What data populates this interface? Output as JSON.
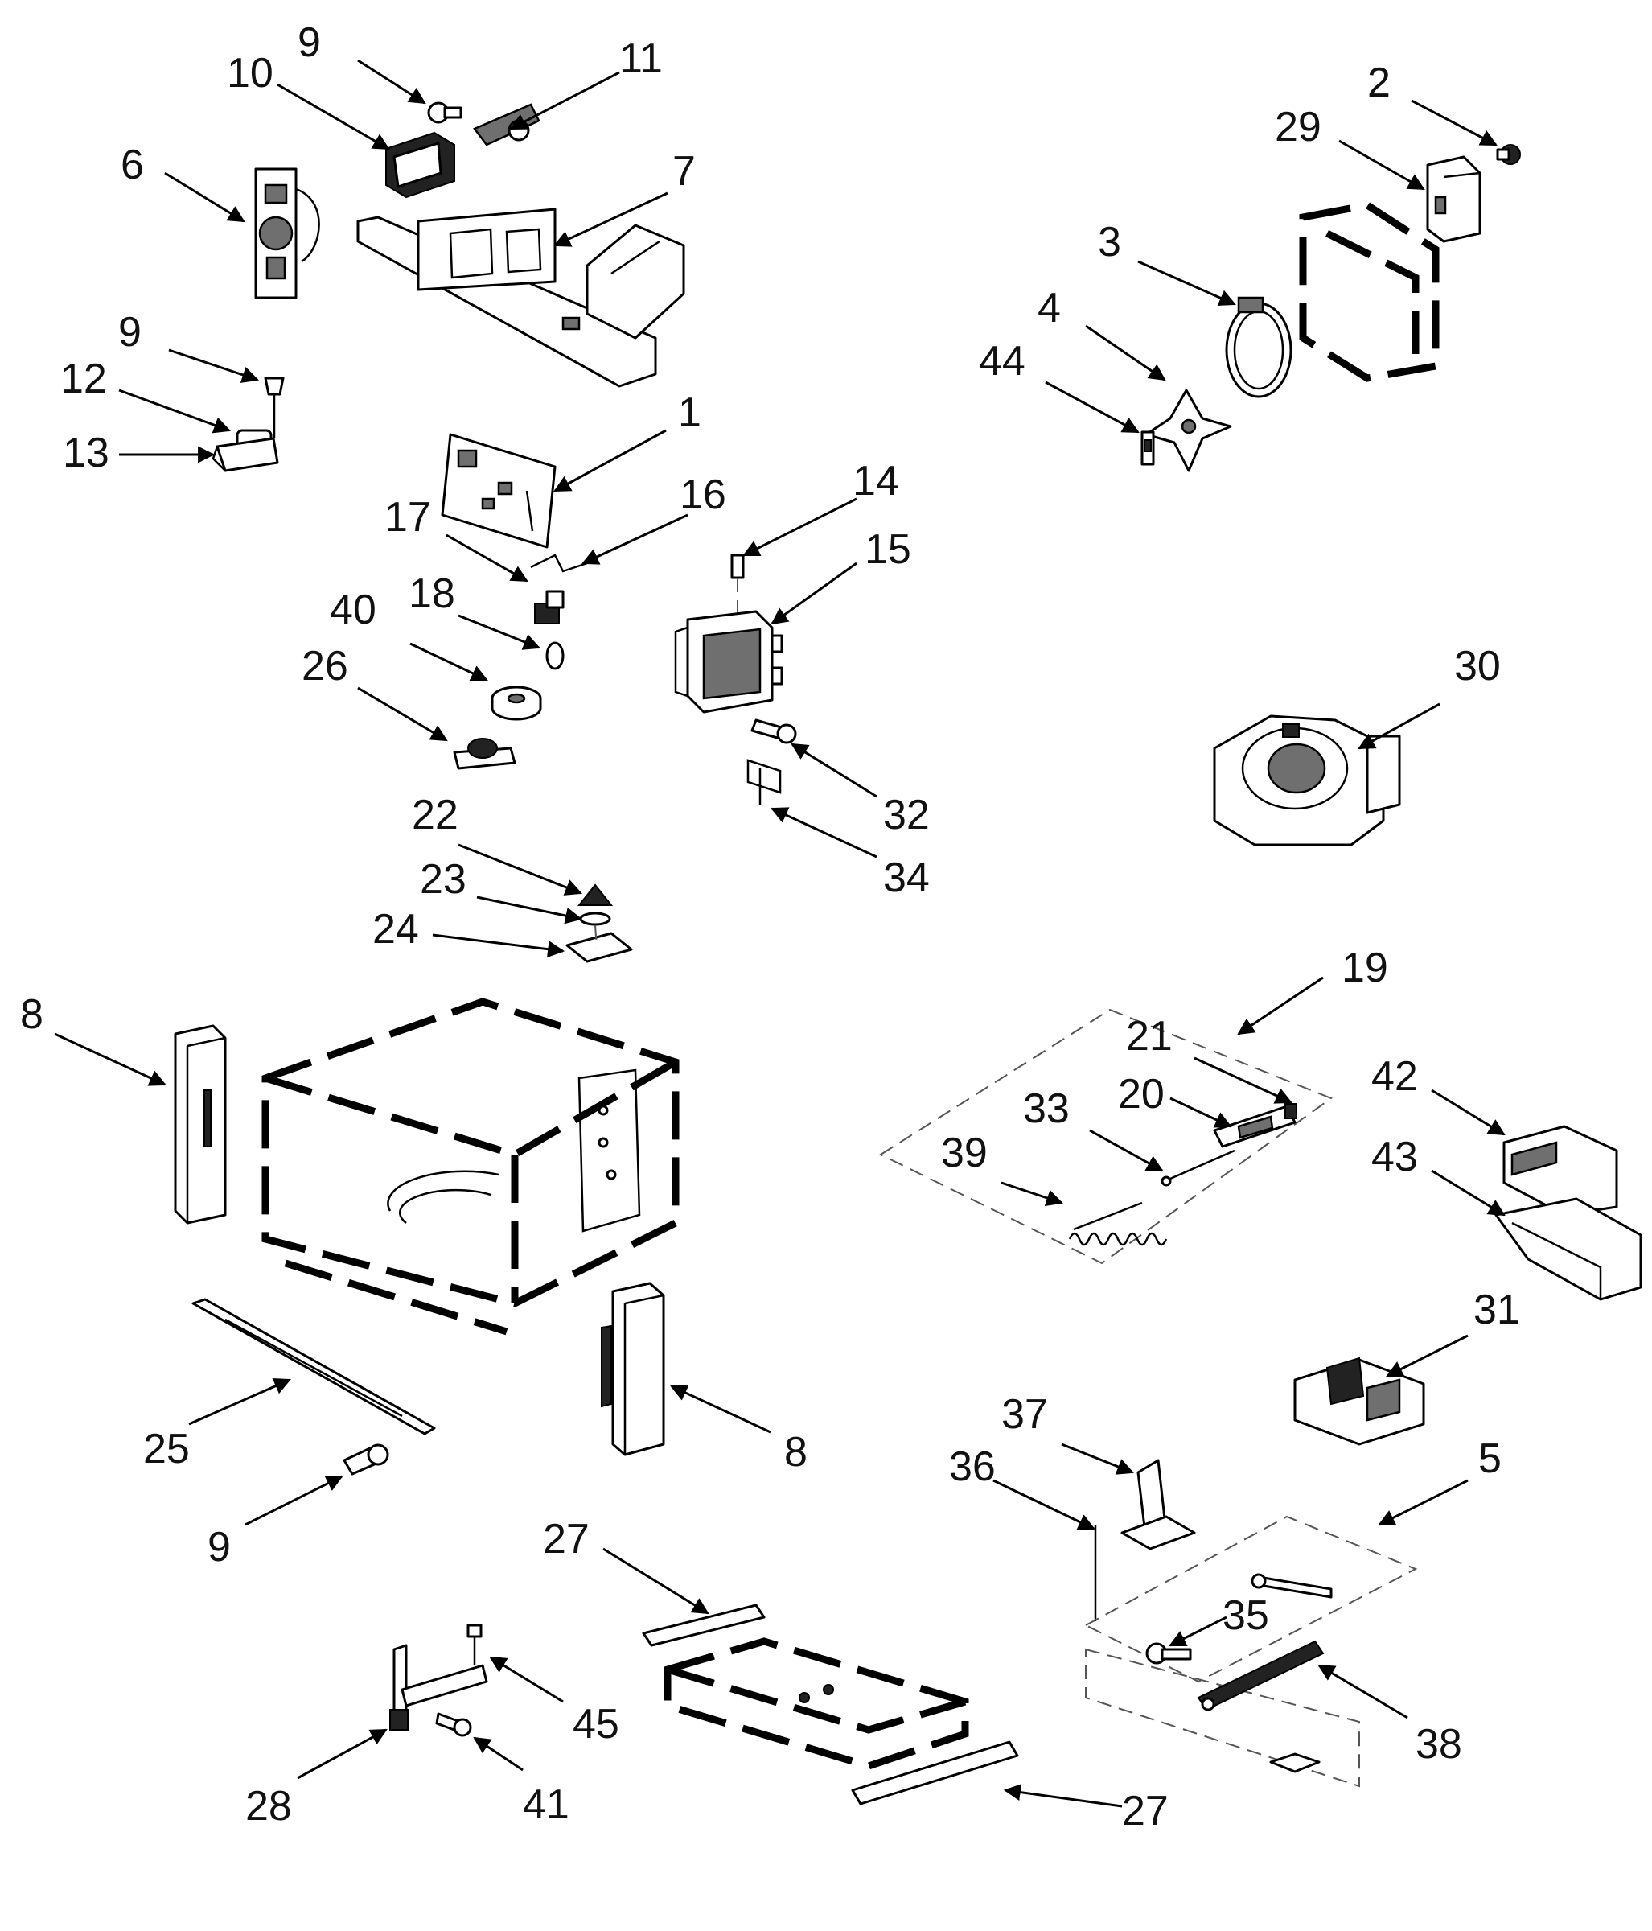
{
  "diagram": {
    "type": "exploded-parts-diagram",
    "colors": {
      "line": "#000000",
      "shade": "#6f6f6f",
      "background": "#ffffff"
    },
    "callouts": [
      {
        "id": "c1",
        "label": "1"
      },
      {
        "id": "c2",
        "label": "2"
      },
      {
        "id": "c3",
        "label": "3"
      },
      {
        "id": "c4",
        "label": "4"
      },
      {
        "id": "c5",
        "label": "5"
      },
      {
        "id": "c6",
        "label": "6"
      },
      {
        "id": "c7",
        "label": "7"
      },
      {
        "id": "c8a",
        "label": "8"
      },
      {
        "id": "c8b",
        "label": "8"
      },
      {
        "id": "c9a",
        "label": "9"
      },
      {
        "id": "c9b",
        "label": "9"
      },
      {
        "id": "c9c",
        "label": "9"
      },
      {
        "id": "c10",
        "label": "10"
      },
      {
        "id": "c11",
        "label": "11"
      },
      {
        "id": "c12",
        "label": "12"
      },
      {
        "id": "c13",
        "label": "13"
      },
      {
        "id": "c14",
        "label": "14"
      },
      {
        "id": "c15",
        "label": "15"
      },
      {
        "id": "c16",
        "label": "16"
      },
      {
        "id": "c17",
        "label": "17"
      },
      {
        "id": "c18",
        "label": "18"
      },
      {
        "id": "c19",
        "label": "19"
      },
      {
        "id": "c20",
        "label": "20"
      },
      {
        "id": "c21",
        "label": "21"
      },
      {
        "id": "c22",
        "label": "22"
      },
      {
        "id": "c23",
        "label": "23"
      },
      {
        "id": "c24",
        "label": "24"
      },
      {
        "id": "c25",
        "label": "25"
      },
      {
        "id": "c26",
        "label": "26"
      },
      {
        "id": "c27a",
        "label": "27"
      },
      {
        "id": "c27b",
        "label": "27"
      },
      {
        "id": "c28",
        "label": "28"
      },
      {
        "id": "c29",
        "label": "29"
      },
      {
        "id": "c30",
        "label": "30"
      },
      {
        "id": "c31",
        "label": "31"
      },
      {
        "id": "c32",
        "label": "32"
      },
      {
        "id": "c33",
        "label": "33"
      },
      {
        "id": "c34",
        "label": "34"
      },
      {
        "id": "c35",
        "label": "35"
      },
      {
        "id": "c36",
        "label": "36"
      },
      {
        "id": "c37",
        "label": "37"
      },
      {
        "id": "c38",
        "label": "38"
      },
      {
        "id": "c39",
        "label": "39"
      },
      {
        "id": "c40",
        "label": "40"
      },
      {
        "id": "c41",
        "label": "41"
      },
      {
        "id": "c42",
        "label": "42"
      },
      {
        "id": "c43",
        "label": "43"
      },
      {
        "id": "c44",
        "label": "44"
      },
      {
        "id": "c45",
        "label": "45"
      }
    ]
  }
}
